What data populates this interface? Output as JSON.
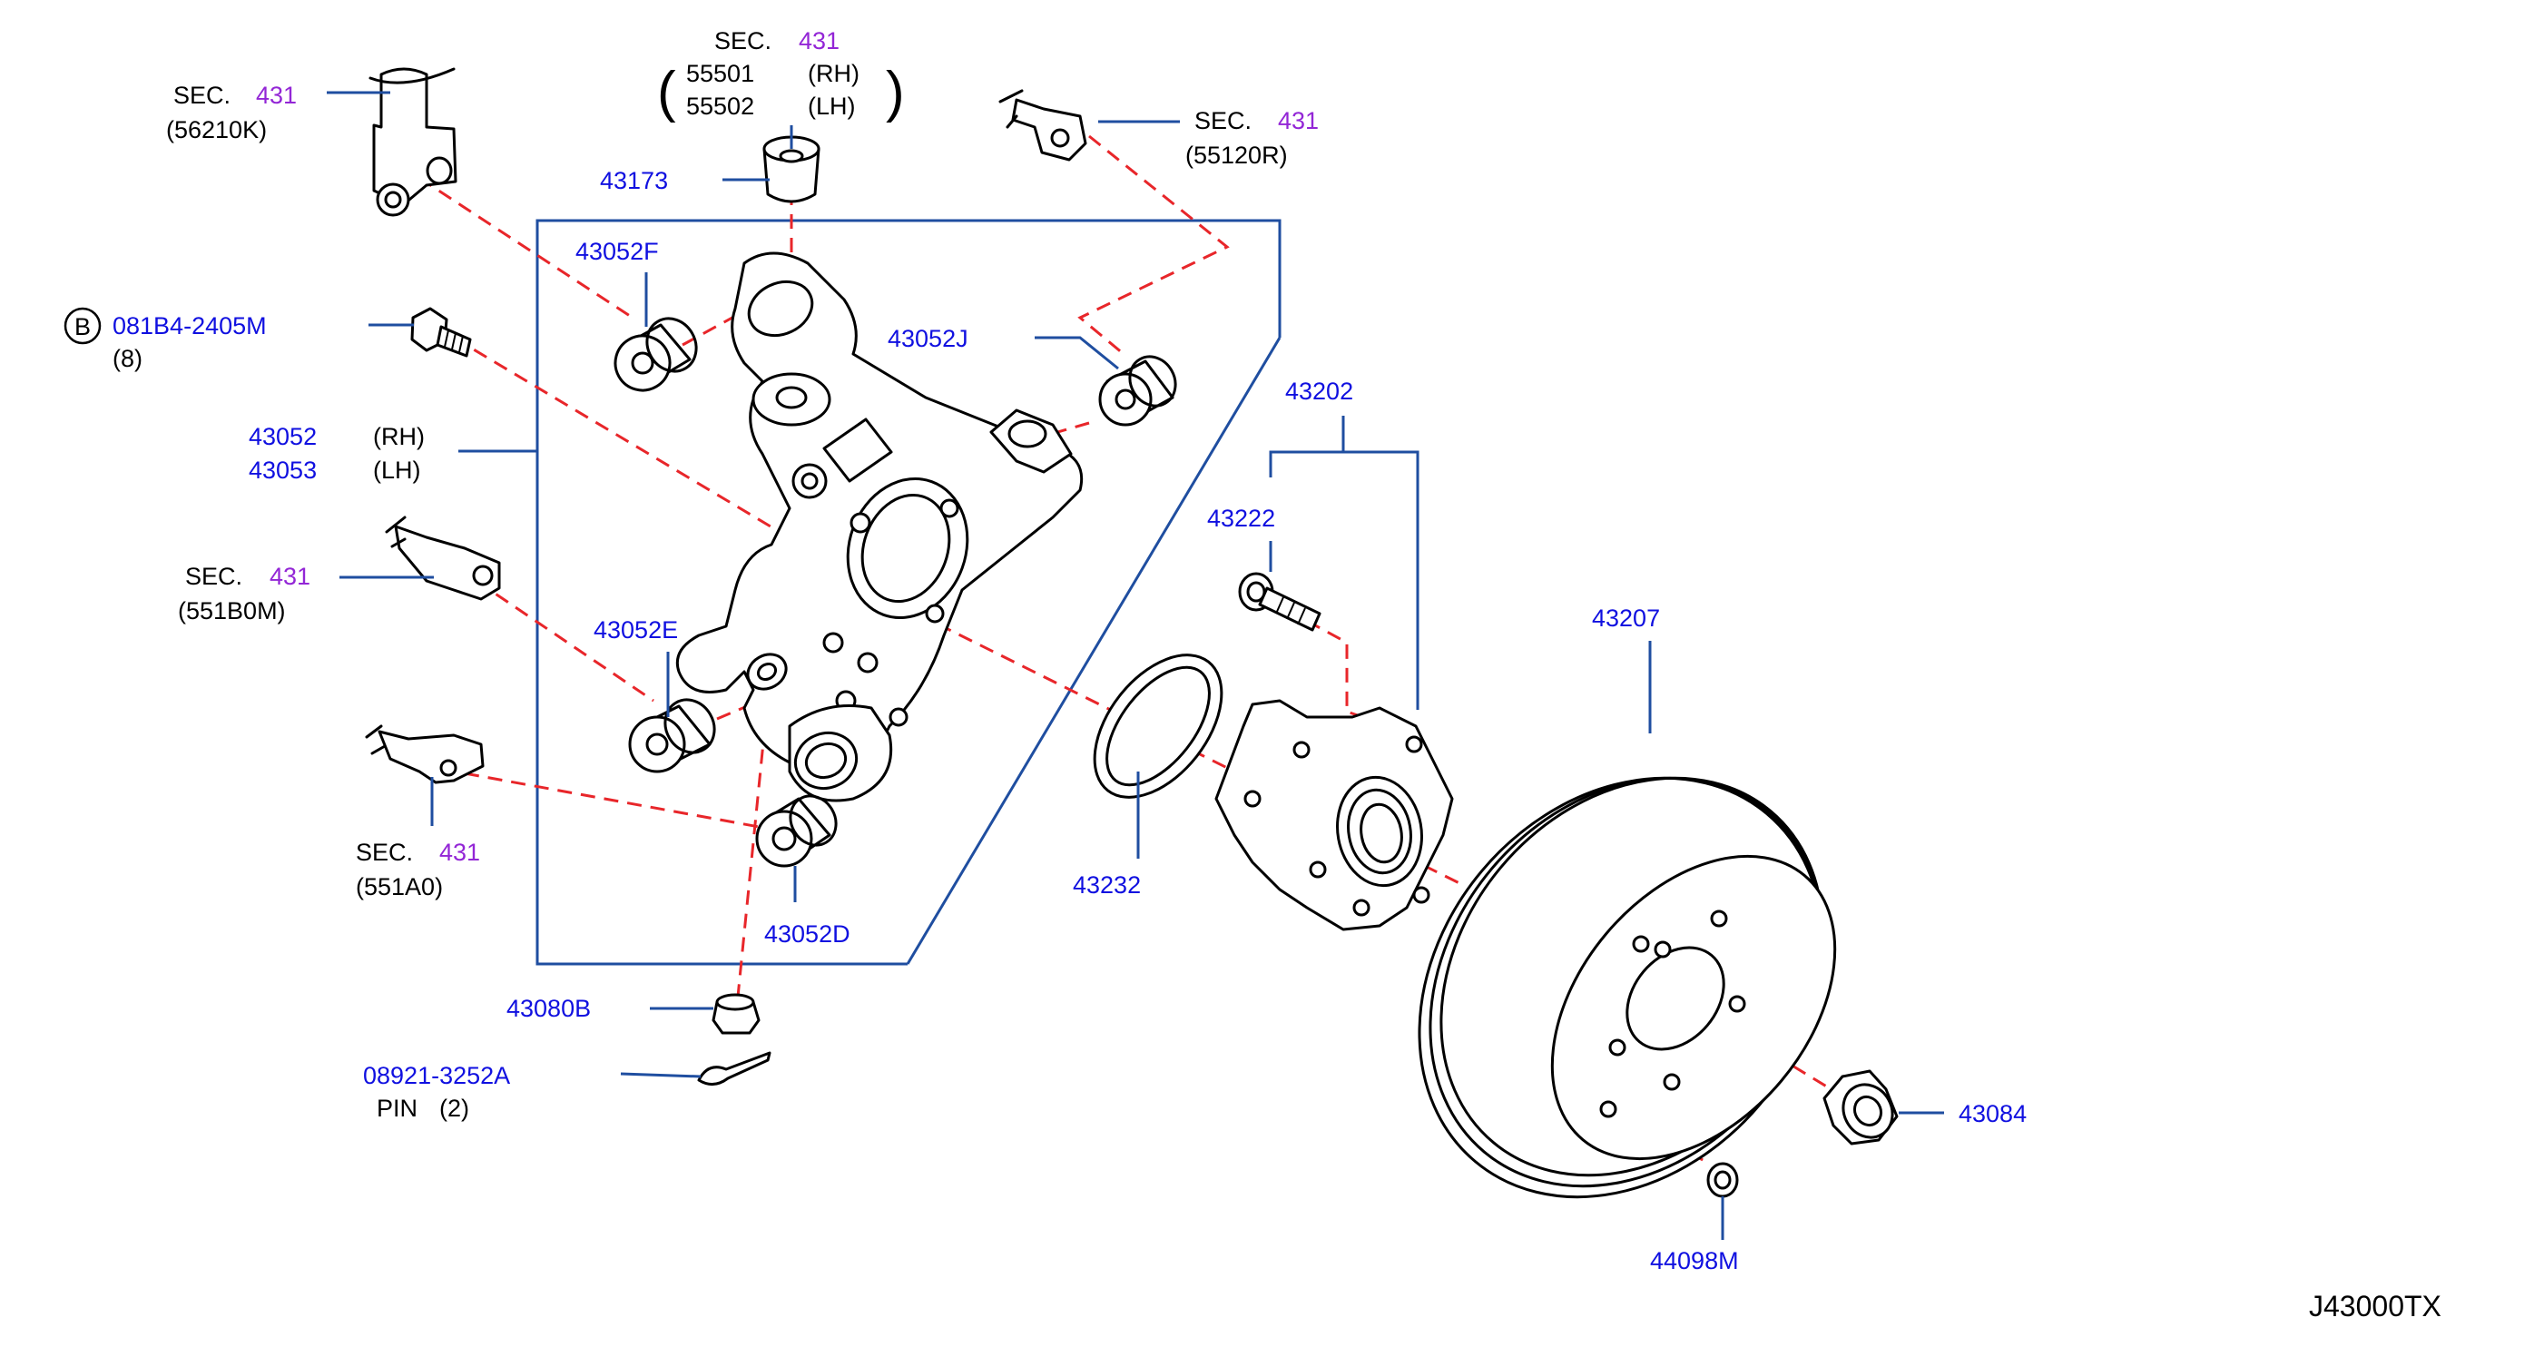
{
  "diagram_code": "J43000TX",
  "colors": {
    "part_number": "#1010e0",
    "section_ref": "#9326d6",
    "leader": "#1f4ea0",
    "assembly_line": "#e8262a",
    "text": "#000000"
  },
  "labels": {
    "sec_56210k": {
      "sec": "SEC.",
      "num": "431",
      "ref": "(56210K)"
    },
    "sec_555xx": {
      "sec": "SEC.",
      "num": "431",
      "pn1": "55501",
      "var1": "(RH)",
      "pn2": "55502",
      "var2": "(LH)",
      "open": "(",
      "close": ")"
    },
    "sec_55120r": {
      "sec": "SEC.",
      "num": "431",
      "ref": "(55120R)"
    },
    "p_43173": "43173",
    "p_43052f": "43052F",
    "bolt": {
      "badge": "B",
      "pn": "081B4-2405M",
      "qty": "(8)"
    },
    "p_43052j": "43052J",
    "knuckle": {
      "pn1": "43052",
      "var1": "(RH)",
      "pn2": "43053",
      "var2": "(LH)"
    },
    "p_43202": "43202",
    "p_43222": "43222",
    "sec_551b0m": {
      "sec": "SEC.",
      "num": "431",
      "ref": "(551B0M)"
    },
    "p_43052e": "43052E",
    "p_43207": "43207",
    "sec_551a0": {
      "sec": "SEC.",
      "num": "431",
      "ref": "(551A0)"
    },
    "p_43232": "43232",
    "p_43052d": "43052D",
    "p_43080b": "43080B",
    "pin": {
      "pn": "08921-3252A",
      "name": "PIN",
      "qty": "(2)"
    },
    "p_43084": "43084",
    "p_44098m": "44098M"
  }
}
